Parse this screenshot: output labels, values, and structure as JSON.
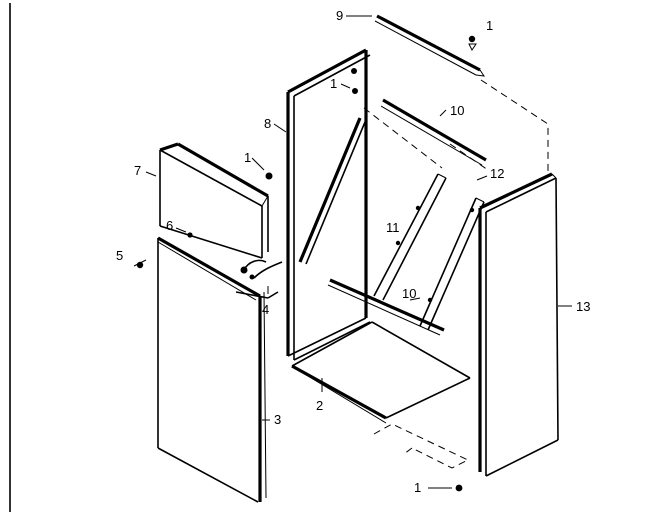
{
  "callouts": {
    "c1_top": "1",
    "c9": "9",
    "c1_center": "1",
    "c10_top": "10",
    "c8": "8",
    "c12": "12",
    "c1_left": "1",
    "c7": "7",
    "c11": "11",
    "c6": "6",
    "c5": "5",
    "c4": "4",
    "c10_bottom": "10",
    "c13": "13",
    "c3": "3",
    "c2": "2",
    "c1_bottom": "1"
  }
}
